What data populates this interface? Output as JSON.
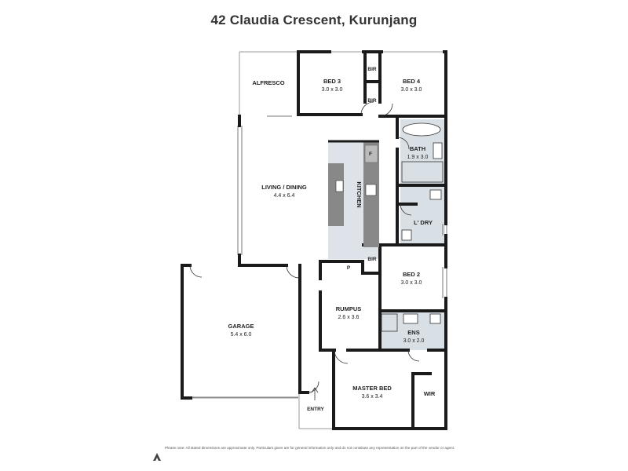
{
  "title": "42 Claudia Crescent, Kurunjang",
  "rooms": {
    "alfresco": {
      "name": "ALFRESCO"
    },
    "bed3": {
      "name": "BED 3",
      "dims": "3.0 x 3.0"
    },
    "bir1": {
      "name": "BIR"
    },
    "bed4": {
      "name": "BED 4",
      "dims": "3.0 x 3.0"
    },
    "bir2": {
      "name": "BIR"
    },
    "bath": {
      "name": "BATH",
      "dims": "1.9 x 3.0"
    },
    "living": {
      "name": "LIVING / DINING",
      "dims": "4.4 x 6.4"
    },
    "kitchen": {
      "name": "KITCHEN"
    },
    "fridge": {
      "name": "F"
    },
    "laundry": {
      "name": "L' DRY"
    },
    "bir3": {
      "name": "BIR"
    },
    "pantry": {
      "name": "P"
    },
    "bed2": {
      "name": "BED 2",
      "dims": "3.0 x 3.0"
    },
    "garage": {
      "name": "GARAGE",
      "dims": "5.4 x 6.0"
    },
    "rumpus": {
      "name": "RUMPUS",
      "dims": "2.6 x 3.6"
    },
    "ens": {
      "name": "ENS",
      "dims": "3.0 x 2.0"
    },
    "master": {
      "name": "MASTER BED",
      "dims": "3.6 x 3.4"
    },
    "wir": {
      "name": "WIR"
    },
    "entry": {
      "name": "ENTRY"
    }
  },
  "disclaimer": "Please note: All stated dimensions are approximate only. Particulars given are for general information only and do not constitute any representation on the part of the vendor or agent.",
  "colors": {
    "wall": "#1a1a1a",
    "wet_area": "#d8e0e6",
    "kitchen_floor": "#dde3e8",
    "bench": "#888888",
    "thin_line": "#999999"
  }
}
